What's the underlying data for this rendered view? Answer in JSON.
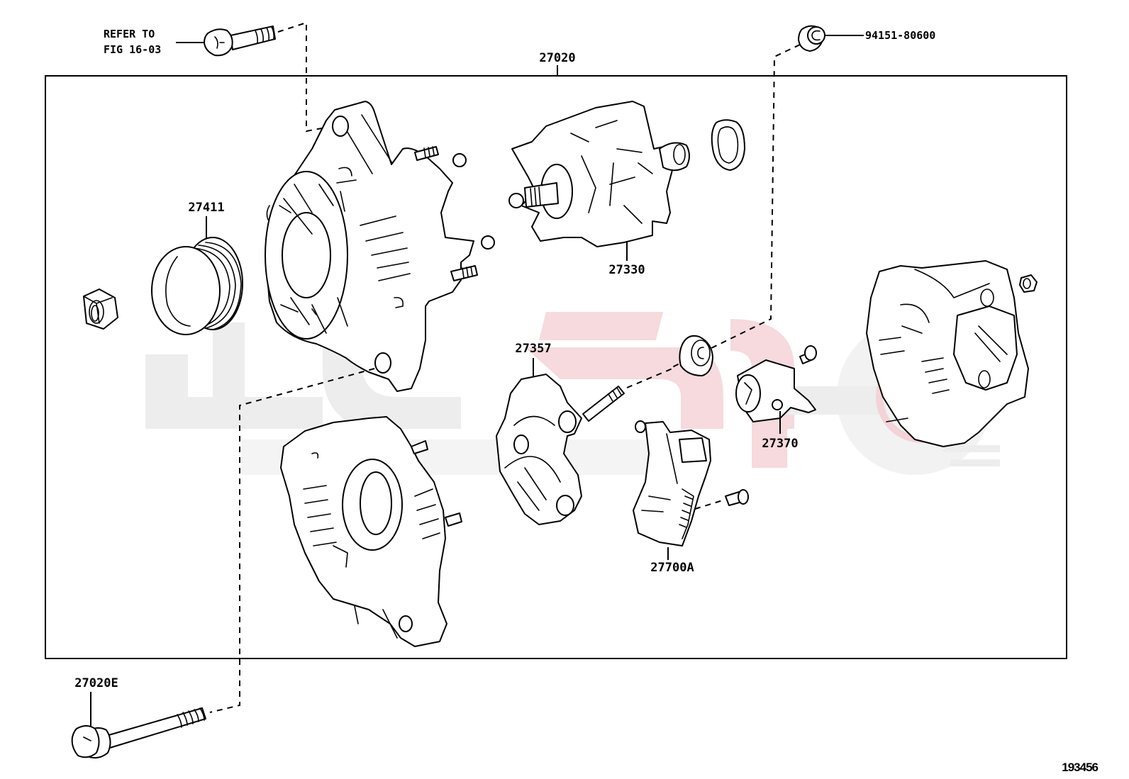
{
  "diagram": {
    "title_part": "27020",
    "figure_number": "193456",
    "refer_note": {
      "line1": "REFER TO",
      "line2": "FIG 16-03"
    },
    "colors": {
      "line": "#000000",
      "background": "#ffffff",
      "watermark_gray": "#ededed",
      "watermark_pink": "#f6dadd"
    },
    "parts": [
      {
        "id": "27020",
        "label": "27020",
        "description": "alternator assembly (boxed group)"
      },
      {
        "id": "27411",
        "label": "27411",
        "description": "pulley"
      },
      {
        "id": "27330",
        "label": "27330",
        "description": "rotor assembly"
      },
      {
        "id": "27357",
        "label": "27357",
        "description": "rectifier holder"
      },
      {
        "id": "27370",
        "label": "27370",
        "description": "brush holder"
      },
      {
        "id": "27700A",
        "label": "27700A",
        "description": "regulator"
      },
      {
        "id": "27020E",
        "label": "27020E",
        "description": "through bolt"
      },
      {
        "id": "94151-80600",
        "label": "94151-80600",
        "description": "nut"
      }
    ],
    "unlabeled_components": [
      "pulley-nut",
      "drive-end-frame",
      "rectifier-end-frame",
      "bearing-cover-ring",
      "terminal-insulator",
      "rear-end-cover",
      "cover-nut",
      "brush-holder-screw",
      "regulator-screw",
      "mount-bolt"
    ]
  }
}
